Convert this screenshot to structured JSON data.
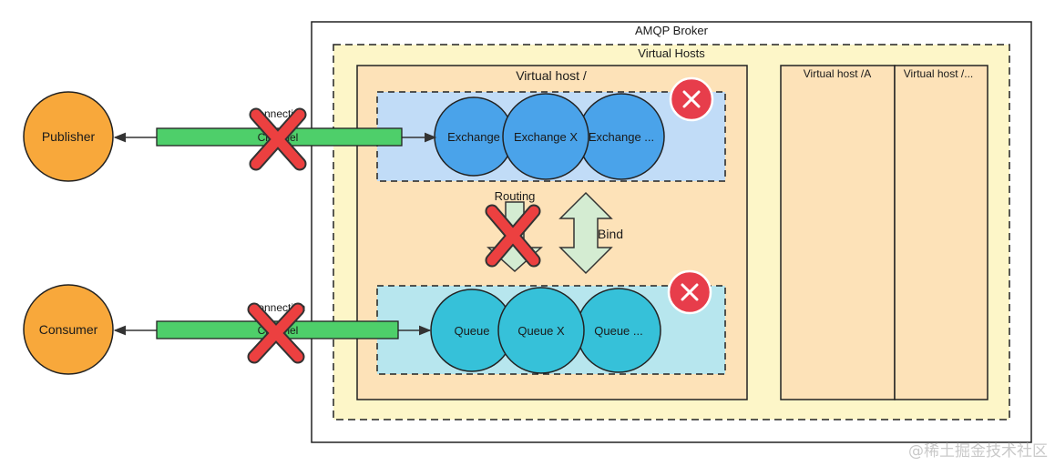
{
  "broker": {
    "title": "AMQP Broker"
  },
  "vhosts": {
    "title": "Virtual Hosts",
    "main": "Virtual host /",
    "a": "Virtual host /A",
    "b": "Virtual host /..."
  },
  "publisher": {
    "label": "Publisher"
  },
  "consumer": {
    "label": "Consumer"
  },
  "pub_link": {
    "connection": "Connection",
    "channel": "Channel"
  },
  "con_link": {
    "connection": "Connection",
    "channel": "Channel"
  },
  "exchanges": [
    "Exchange",
    "Exchange X",
    "Exchange ..."
  ],
  "queues": [
    "Queue",
    "Queue X",
    "Queue ..."
  ],
  "routing": {
    "label": "Routing"
  },
  "bind": {
    "label": "Bind"
  },
  "watermark": "@稀土掘金技术社区",
  "colors": {
    "actor": "#f8a83b",
    "link": "#4ecf6a",
    "vhosts_bg": "#fdf6c8",
    "vhost_bg": "#fde2b8",
    "exchange_bg": "#c1dcf7",
    "exchange_node": "#4aa3ea",
    "queue_bg": "#b7e6ee",
    "queue_node": "#36c1d9",
    "arrow_bg": "#d4ecd2",
    "cross": "#ec4040",
    "close": "#e73d4b"
  }
}
